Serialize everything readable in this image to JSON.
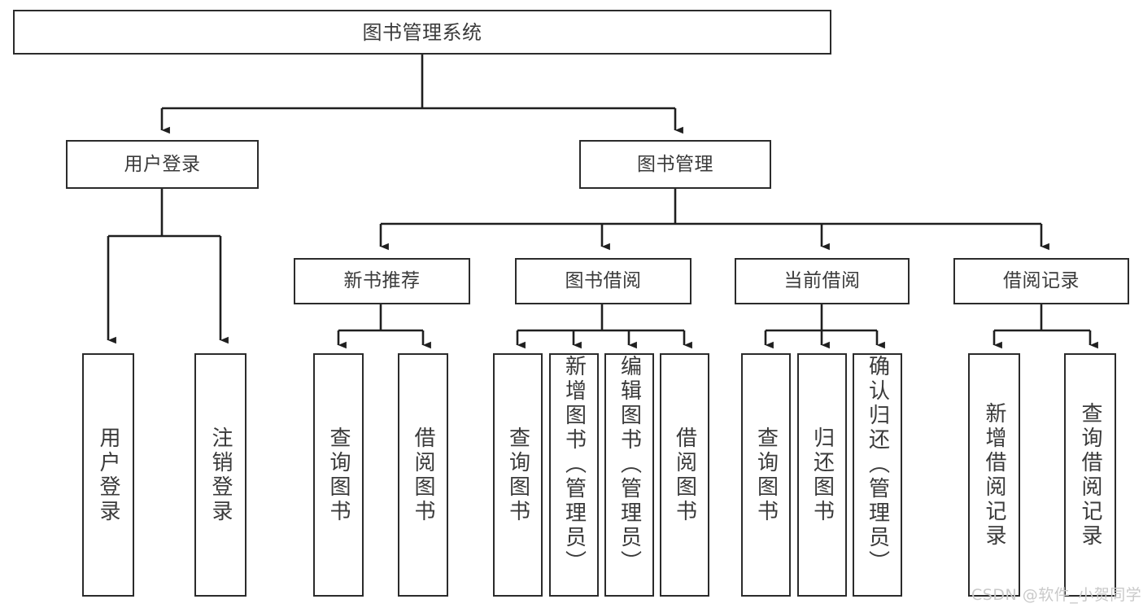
{
  "diagram": {
    "title": "图书管理系统",
    "type": "hierarchy-tree",
    "levels": {
      "root": {
        "label": "图书管理系统"
      },
      "level1": [
        {
          "id": "user-login",
          "label": "用户登录"
        },
        {
          "id": "book-management",
          "label": "图书管理"
        }
      ],
      "level2": [
        {
          "id": "new-book-recommend",
          "label": "新书推荐",
          "parent": "book-management"
        },
        {
          "id": "book-borrow",
          "label": "图书借阅",
          "parent": "book-management"
        },
        {
          "id": "current-borrow",
          "label": "当前借阅",
          "parent": "book-management"
        },
        {
          "id": "borrow-record",
          "label": "借阅记录",
          "parent": "book-management"
        }
      ],
      "leaves": [
        {
          "id": "leaf-user-login",
          "label": "用户登录",
          "parent": "user-login"
        },
        {
          "id": "leaf-logout-login",
          "label": "注销登录",
          "parent": "user-login"
        },
        {
          "id": "leaf-query-book-1",
          "label": "查询图书",
          "parent": "new-book-recommend"
        },
        {
          "id": "leaf-borrow-book-1",
          "label": "借阅图书",
          "parent": "new-book-recommend"
        },
        {
          "id": "leaf-query-book-2",
          "label": "查询图书",
          "parent": "book-borrow"
        },
        {
          "id": "leaf-add-book",
          "label": "新增图书（管理员）",
          "parent": "book-borrow"
        },
        {
          "id": "leaf-edit-book",
          "label": "编辑图书（管理员）",
          "parent": "book-borrow"
        },
        {
          "id": "leaf-borrow-book-2",
          "label": "借阅图书",
          "parent": "book-borrow"
        },
        {
          "id": "leaf-query-book-3",
          "label": "查询图书",
          "parent": "current-borrow"
        },
        {
          "id": "leaf-return-book",
          "label": "归还图书",
          "parent": "current-borrow"
        },
        {
          "id": "leaf-confirm-return",
          "label": "确认归还（管理员）",
          "parent": "current-borrow"
        },
        {
          "id": "leaf-add-record",
          "label": "新增借阅记录",
          "parent": "borrow-record"
        },
        {
          "id": "leaf-query-record",
          "label": "查询借阅记录",
          "parent": "borrow-record"
        }
      ]
    },
    "colors": {
      "box_border": "#2b2b2b",
      "box_fill": "#ffffff",
      "text": "#3a3a3a",
      "connector": "#1f1f1f",
      "watermark": "#c9c9c9"
    }
  },
  "watermark": {
    "text": "CSDN @软件_小贺同学"
  }
}
